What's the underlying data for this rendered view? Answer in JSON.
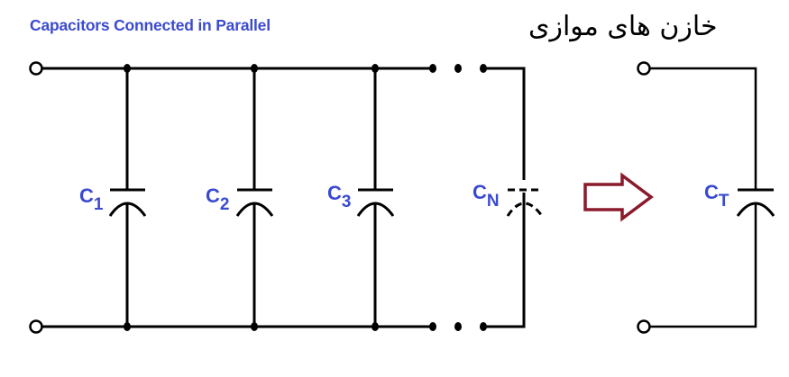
{
  "title_en": "Capacitors Connected in Parallel",
  "title_fa": "خازن های موازی",
  "colors": {
    "label": "#3b4bd0",
    "wire": "#000000",
    "arrow": "#8b1a2b",
    "background": "#ffffff"
  },
  "capacitors": [
    {
      "name": "C",
      "sub": "1",
      "style": "solid"
    },
    {
      "name": "C",
      "sub": "2",
      "style": "solid"
    },
    {
      "name": "C",
      "sub": "3",
      "style": "solid"
    },
    {
      "name": "C",
      "sub": "N",
      "style": "dashed"
    }
  ],
  "equivalent": {
    "name": "C",
    "sub": "T",
    "style": "solid"
  },
  "arrow": {
    "direction": "right",
    "meaning": "equivalent-to"
  },
  "continuation": "..."
}
